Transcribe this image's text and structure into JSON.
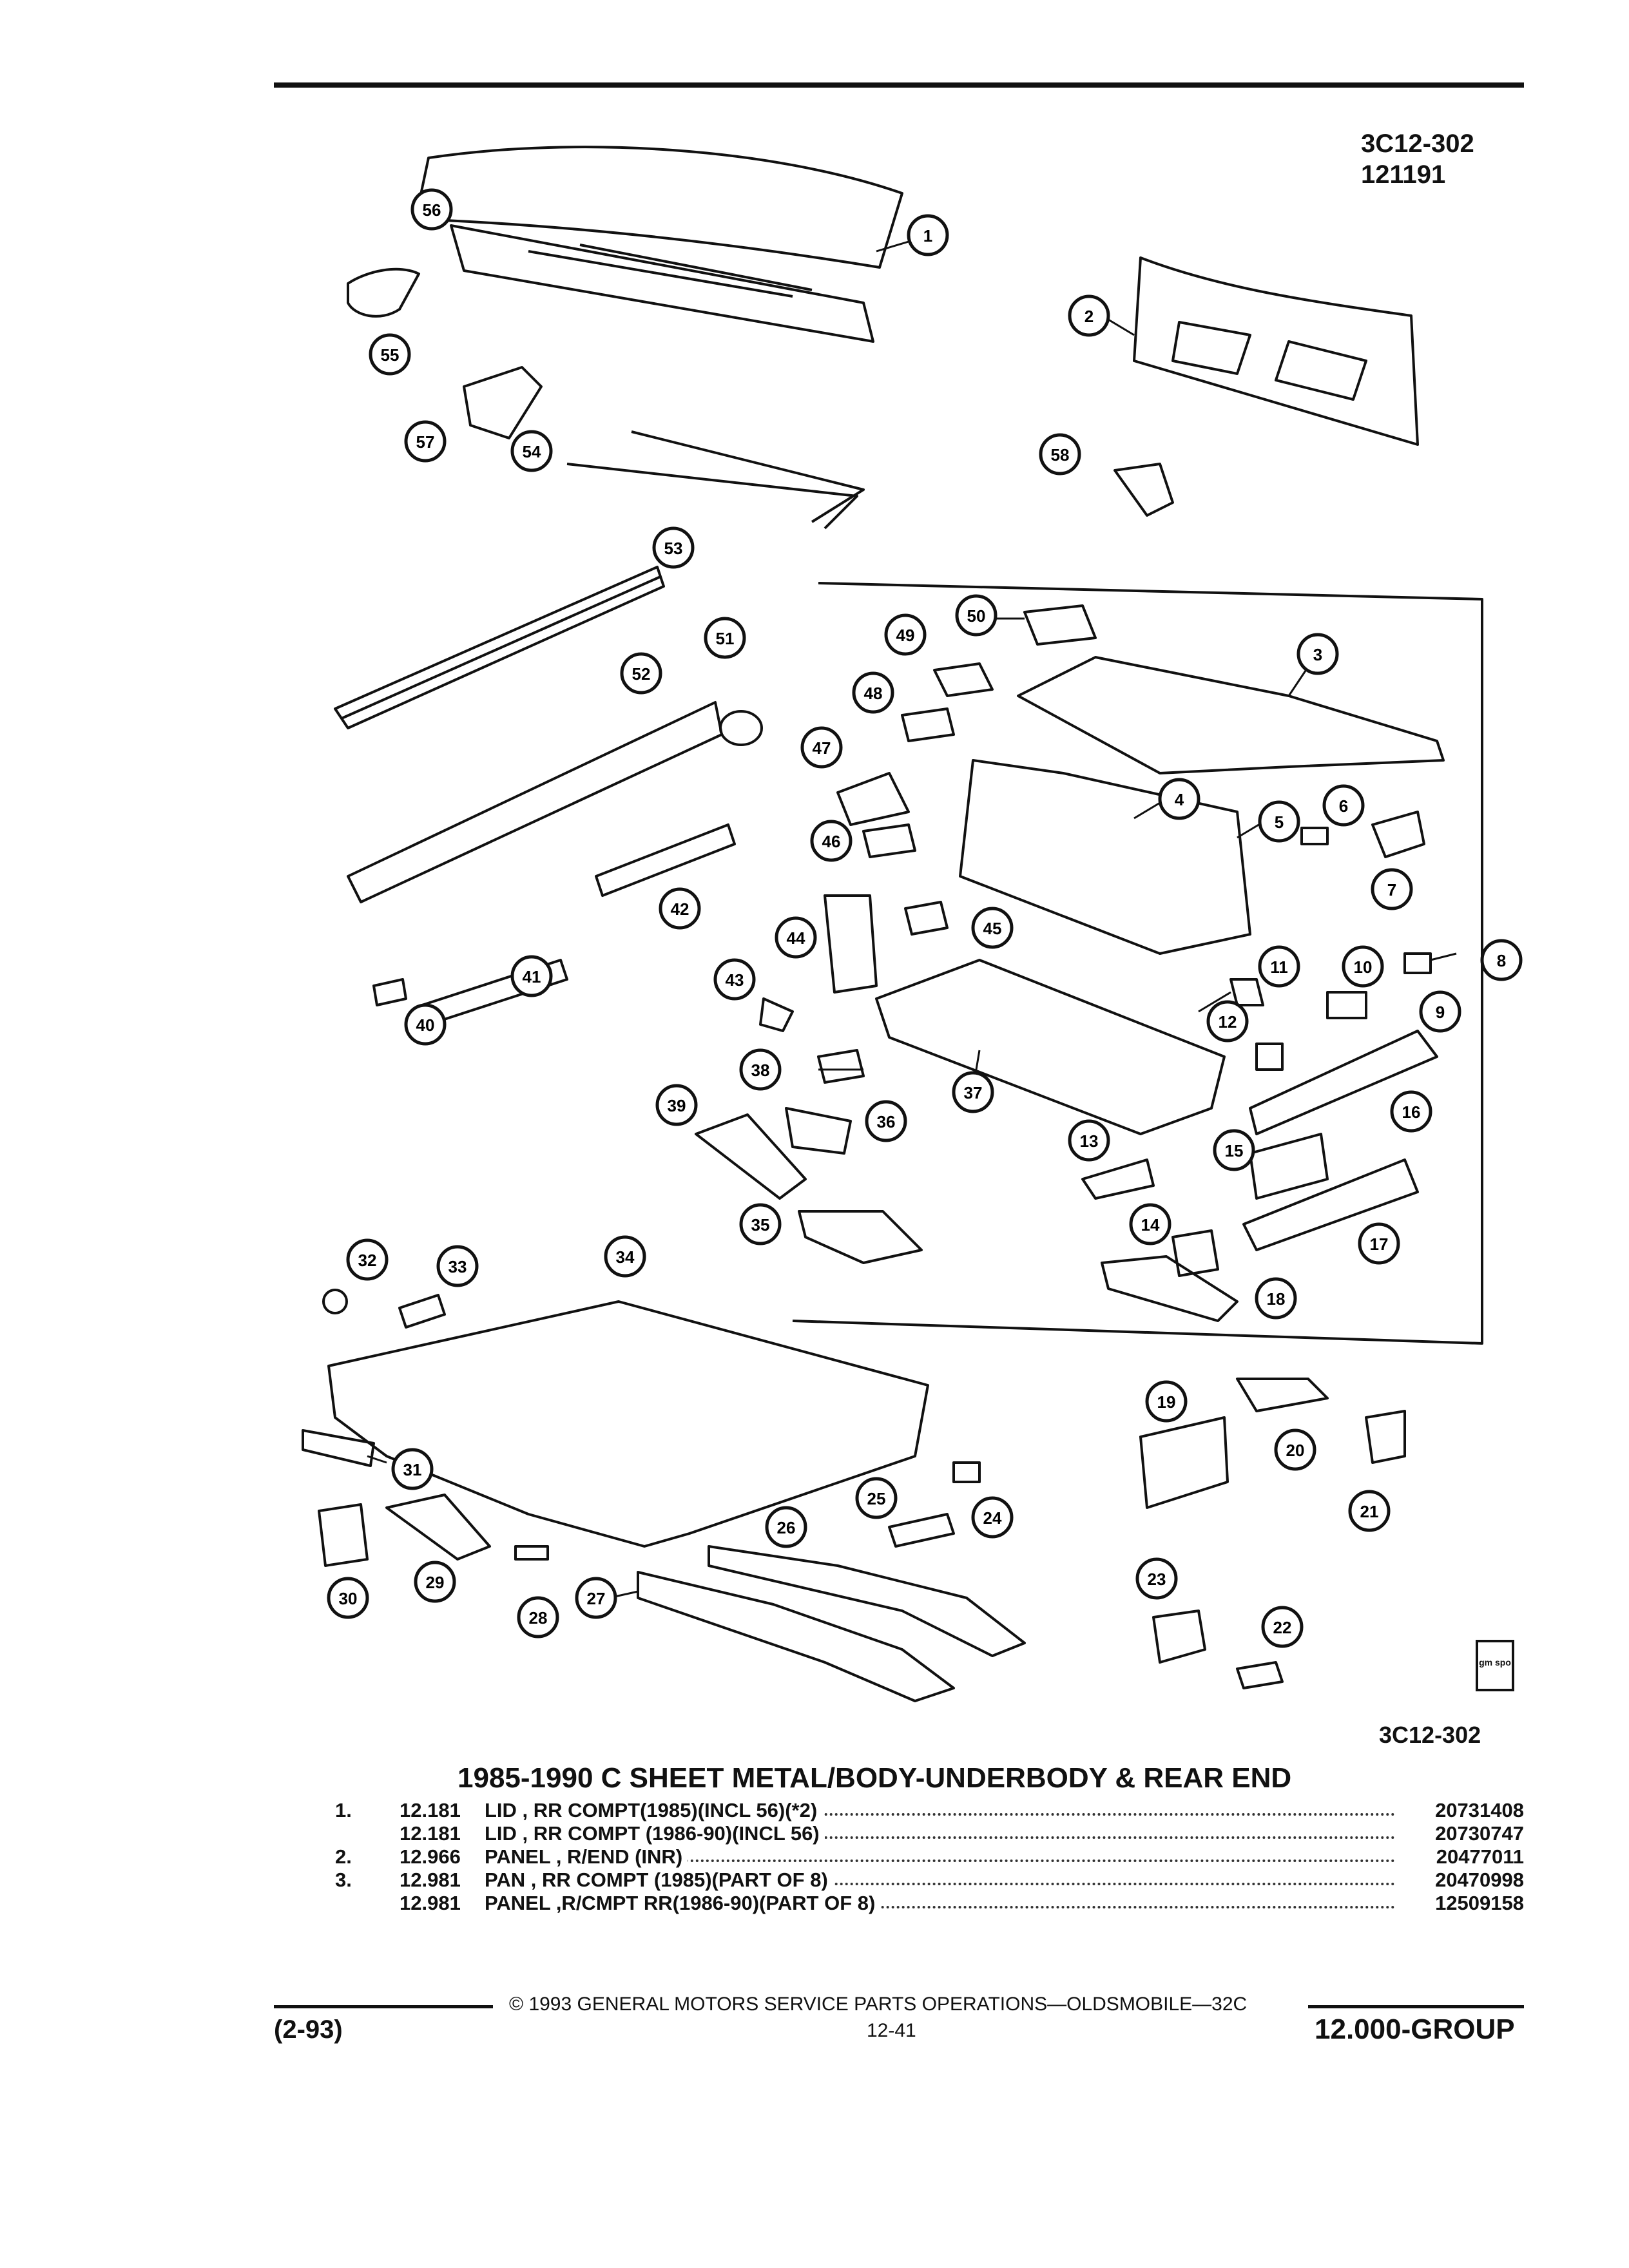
{
  "header": {
    "figure_code": "3C12-302",
    "revision_code": "121191"
  },
  "diagram": {
    "caption_code": "3C12-302",
    "logo_text": "gm spo",
    "callouts": [
      "1",
      "2",
      "3",
      "4",
      "5",
      "6",
      "7",
      "8",
      "9",
      "10",
      "11",
      "12",
      "13",
      "14",
      "15",
      "16",
      "17",
      "18",
      "19",
      "20",
      "21",
      "22",
      "23",
      "24",
      "25",
      "26",
      "27",
      "28",
      "29",
      "30",
      "31",
      "32",
      "33",
      "34",
      "35",
      "36",
      "37",
      "38",
      "39",
      "40",
      "41",
      "42",
      "43",
      "44",
      "45",
      "46",
      "47",
      "48",
      "49",
      "50",
      "51",
      "52",
      "53",
      "54",
      "55",
      "56",
      "57",
      "58"
    ]
  },
  "title": "1985-1990 C SHEET METAL/BODY-UNDERBODY & REAR END",
  "parts": [
    {
      "num": "1.",
      "group": "12.181",
      "desc": "LID , RR COMPT(1985)(INCL 56)(*2)",
      "part_no": "20731408"
    },
    {
      "num": "",
      "group": "12.181",
      "desc": "LID , RR COMPT (1986-90)(INCL 56)",
      "part_no": "20730747"
    },
    {
      "num": "2.",
      "group": "12.966",
      "desc": "PANEL , R/END (INR)",
      "part_no": "20477011"
    },
    {
      "num": "3.",
      "group": "12.981",
      "desc": "PAN , RR COMPT (1985)(PART OF 8)",
      "part_no": "20470998"
    },
    {
      "num": "",
      "group": "12.981",
      "desc": "PANEL ,R/CMPT RR(1986-90)(PART OF 8)",
      "part_no": "12509158"
    }
  ],
  "footer": {
    "date": "(2-93)",
    "copyright": "© 1993 GENERAL MOTORS SERVICE PARTS OPERATIONS—OLDSMOBILE—32C",
    "page": "12-41",
    "group": "12.000-GROUP"
  }
}
